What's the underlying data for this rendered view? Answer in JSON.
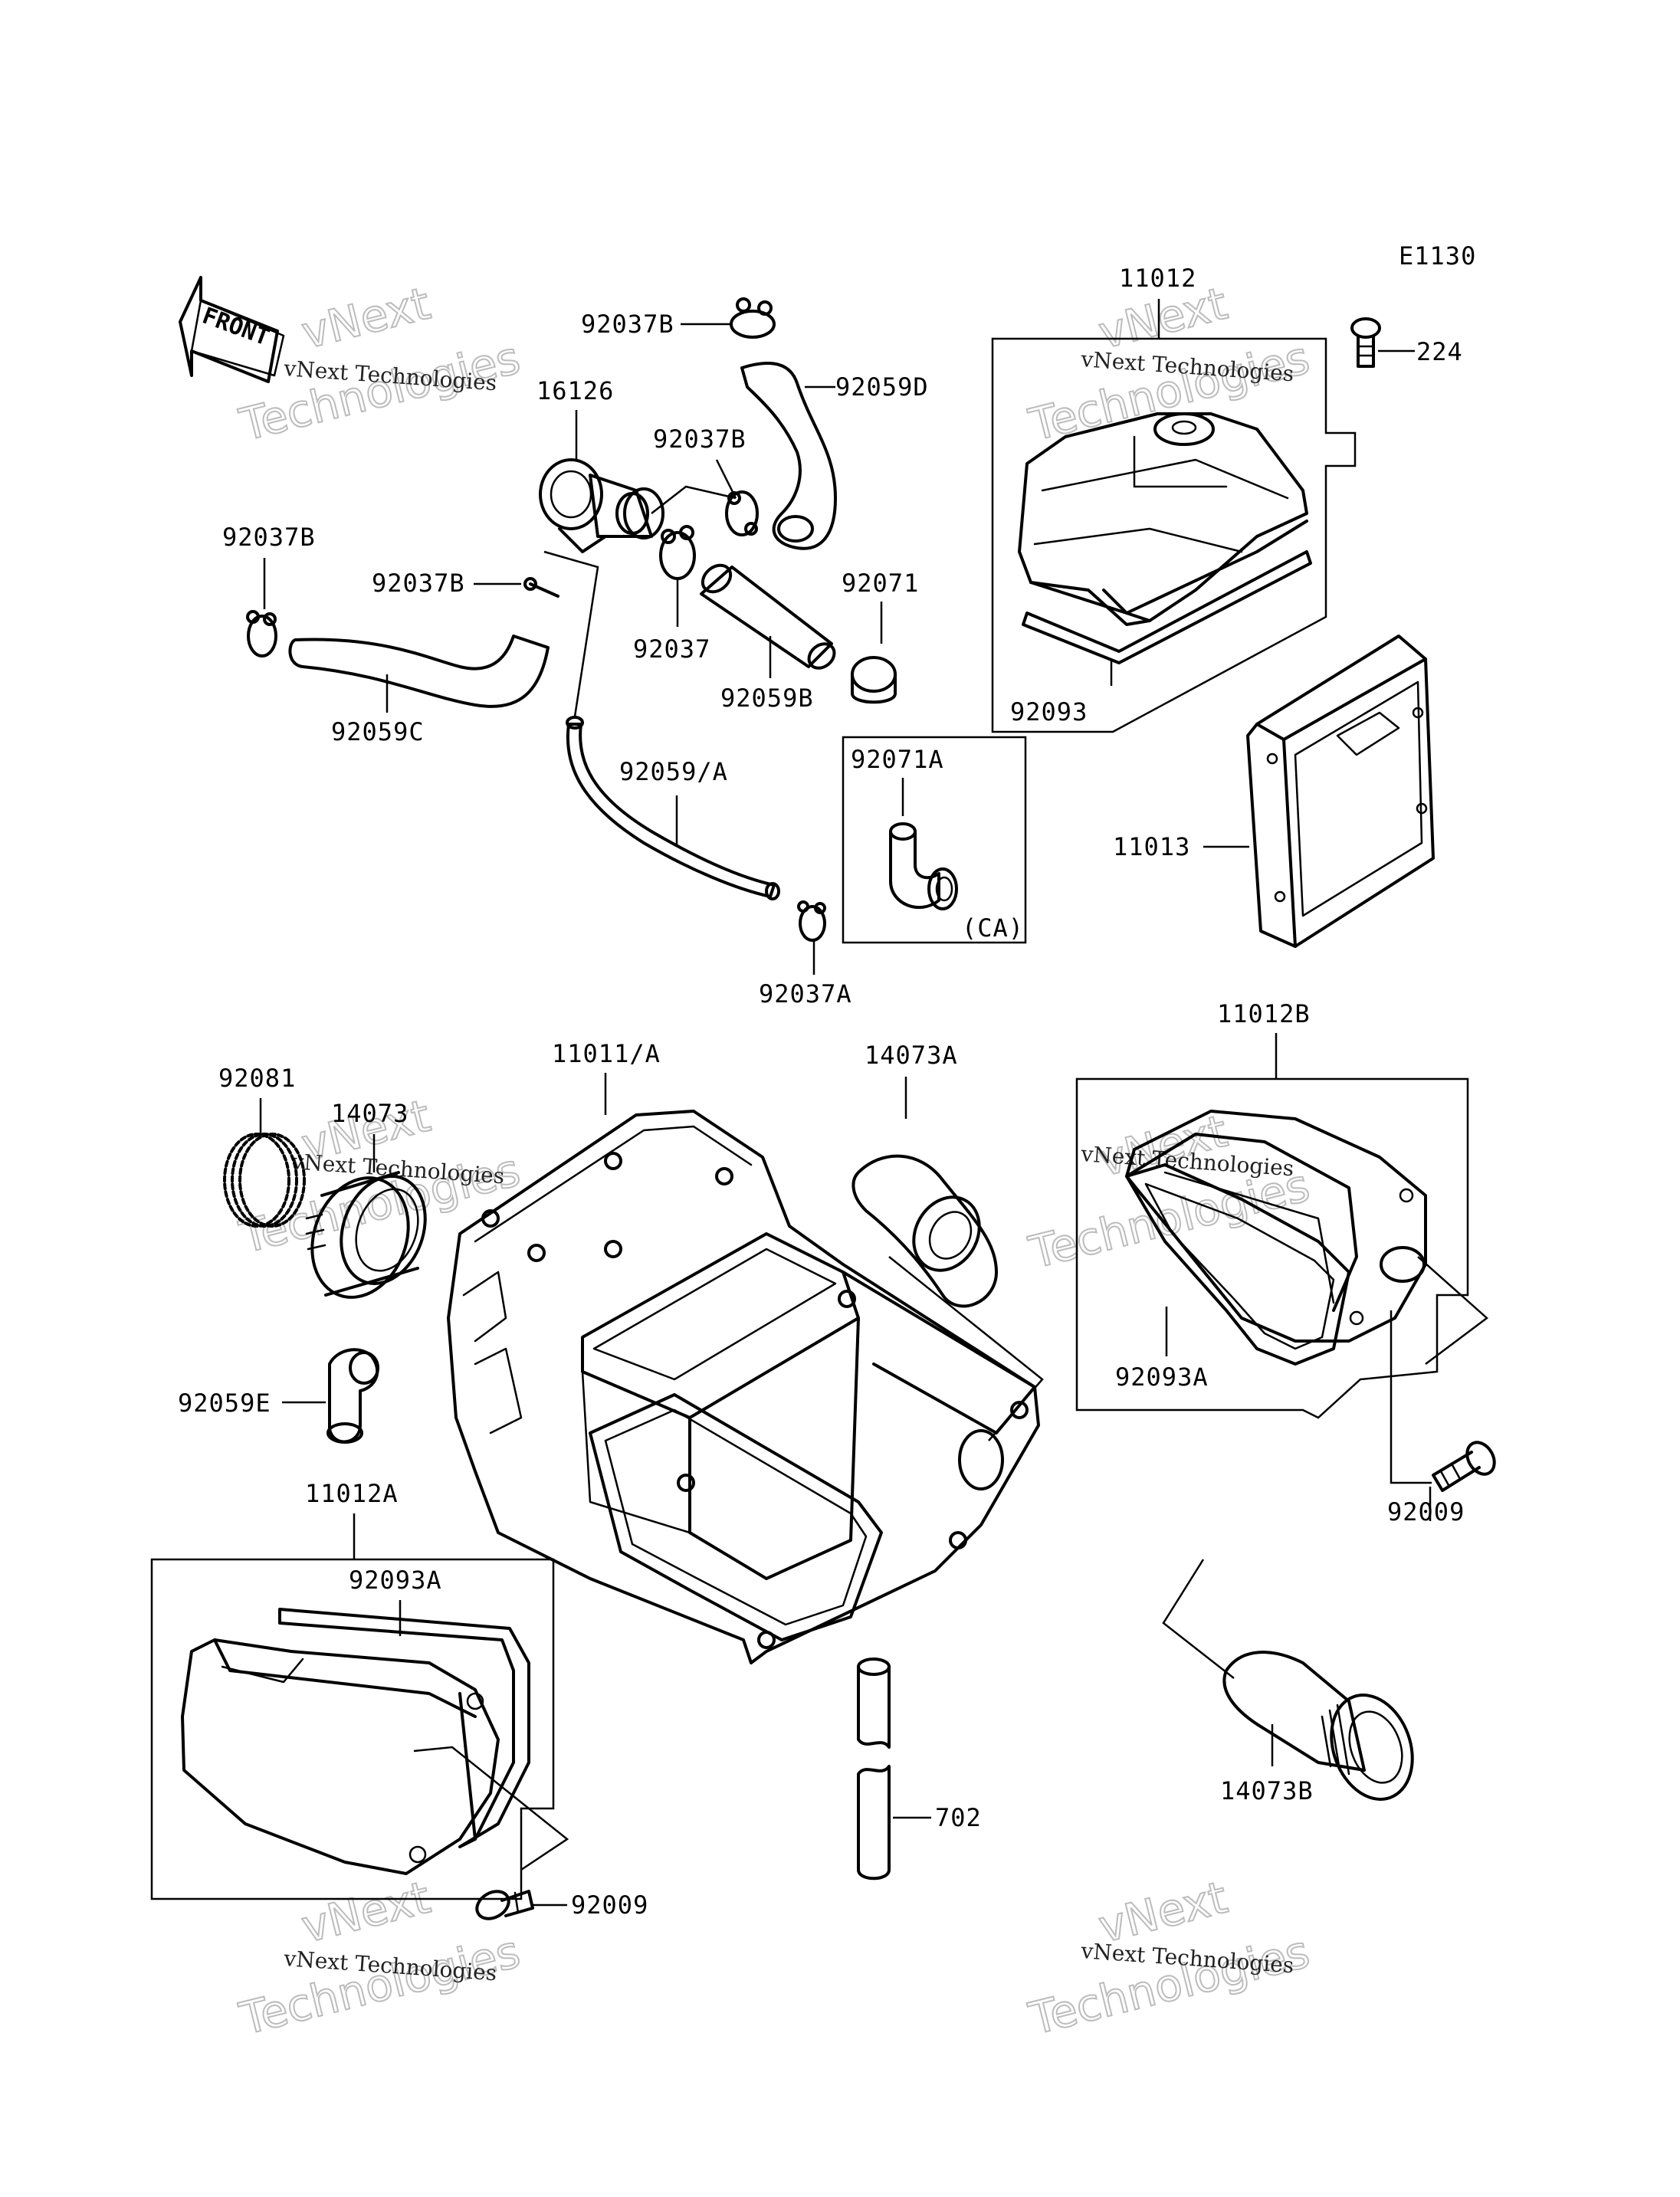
{
  "diagram_code": "E1130",
  "front_label": "FRONT",
  "watermark": {
    "small": "vNext Technologies",
    "big_line1": "vNext",
    "big_line2": "Technologies"
  },
  "parts": {
    "p92037B_top": "92037B",
    "p92059D": "92059D",
    "p16126": "16126",
    "p92037B_mid": "92037B",
    "p92037B_left": "92037B",
    "p92037B_small": "92037B",
    "p92037": "92037",
    "p92071": "92071",
    "p92059B": "92059B",
    "p92059C": "92059C",
    "p92059A": "92059/A",
    "p92037A": "92037A",
    "p92071A": "92071A",
    "pCA": "(CA)",
    "p11012": "11012",
    "p224": "224",
    "p92093": "92093",
    "p11013": "11013",
    "p92081": "92081",
    "p14073": "14073",
    "p11011A": "11011/A",
    "p14073A": "14073A",
    "p11012B": "11012B",
    "p92093A_right": "92093A",
    "p92009_right": "92009",
    "p92059E": "92059E",
    "p11012A": "11012A",
    "p92093A_left": "92093A",
    "p92009_left": "92009",
    "p702": "702",
    "p14073B": "14073B"
  }
}
